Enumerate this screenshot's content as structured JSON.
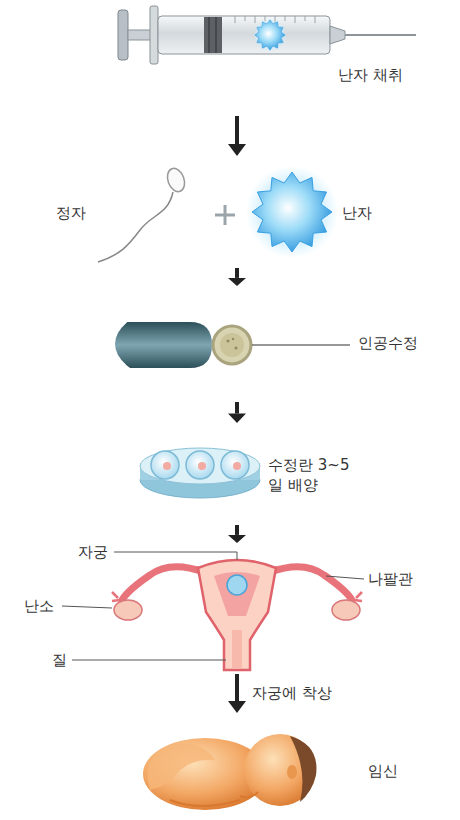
{
  "diagram": {
    "nodes": [
      {
        "text": [
          "난자 채취"
        ]
      },
      {
        "text": [
          "정자",
          "난자"
        ]
      },
      {
        "text": [
          "인공수정"
        ]
      },
      {
        "text": [
          "수정란 3~5일 배양"
        ]
      },
      {
        "text": [
          "자궁",
          "나팔관",
          "난소",
          "질"
        ]
      },
      {
        "text": [
          "임신"
        ]
      }
    ],
    "edges": [
      {
        "from": 0,
        "to": 1,
        "arrow": "to"
      },
      {
        "from": 1,
        "to": 2,
        "arrow": "to"
      },
      {
        "from": 2,
        "to": 3,
        "arrow": "to"
      },
      {
        "from": 3,
        "to": 4,
        "arrow": "to"
      },
      {
        "from": 4,
        "to": 5,
        "arrow": "to",
        "label": "자궁에 착상"
      }
    ]
  }
}
